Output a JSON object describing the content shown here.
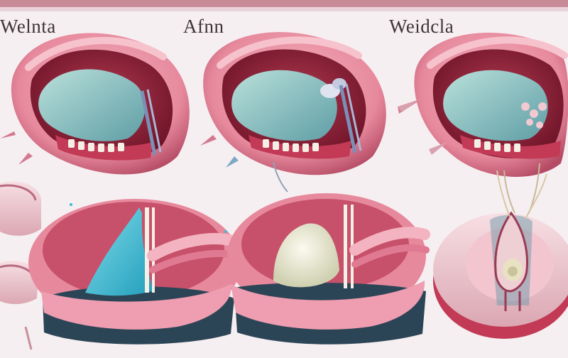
{
  "captions": {
    "panel_1": "Welnta",
    "panel_2": "Afnn",
    "panel_3": "Weidcla"
  },
  "colors": {
    "background": "#f6eff1",
    "gum_pink": "#e7899d",
    "gum_dark": "#b44a64",
    "cavity_red": "#8d2136",
    "tissue_teal": "#8fc6c4",
    "tissue_blue": "#3fbcd2",
    "navy": "#2c4556",
    "cream": "#e8e6c8",
    "tooth_white": "#f4f0e6"
  }
}
